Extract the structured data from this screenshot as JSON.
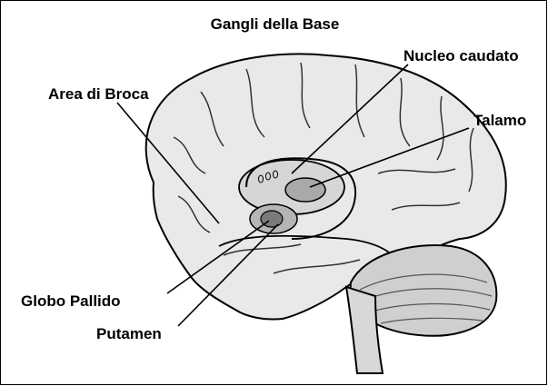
{
  "title": "Gangli della Base",
  "labels": {
    "nucleo_caudato": "Nucleo caudato",
    "area_di_broca": "Area di Broca",
    "talamo": "Talamo",
    "globo_pallido": "Globo Pallido",
    "putamen": "Putamen"
  },
  "colors": {
    "background": "#ffffff",
    "line": "#000000",
    "brain_fill": "#e9e9e9",
    "structure_fill": "#b5b5b5",
    "dark_fill": "#7a7a7a"
  }
}
